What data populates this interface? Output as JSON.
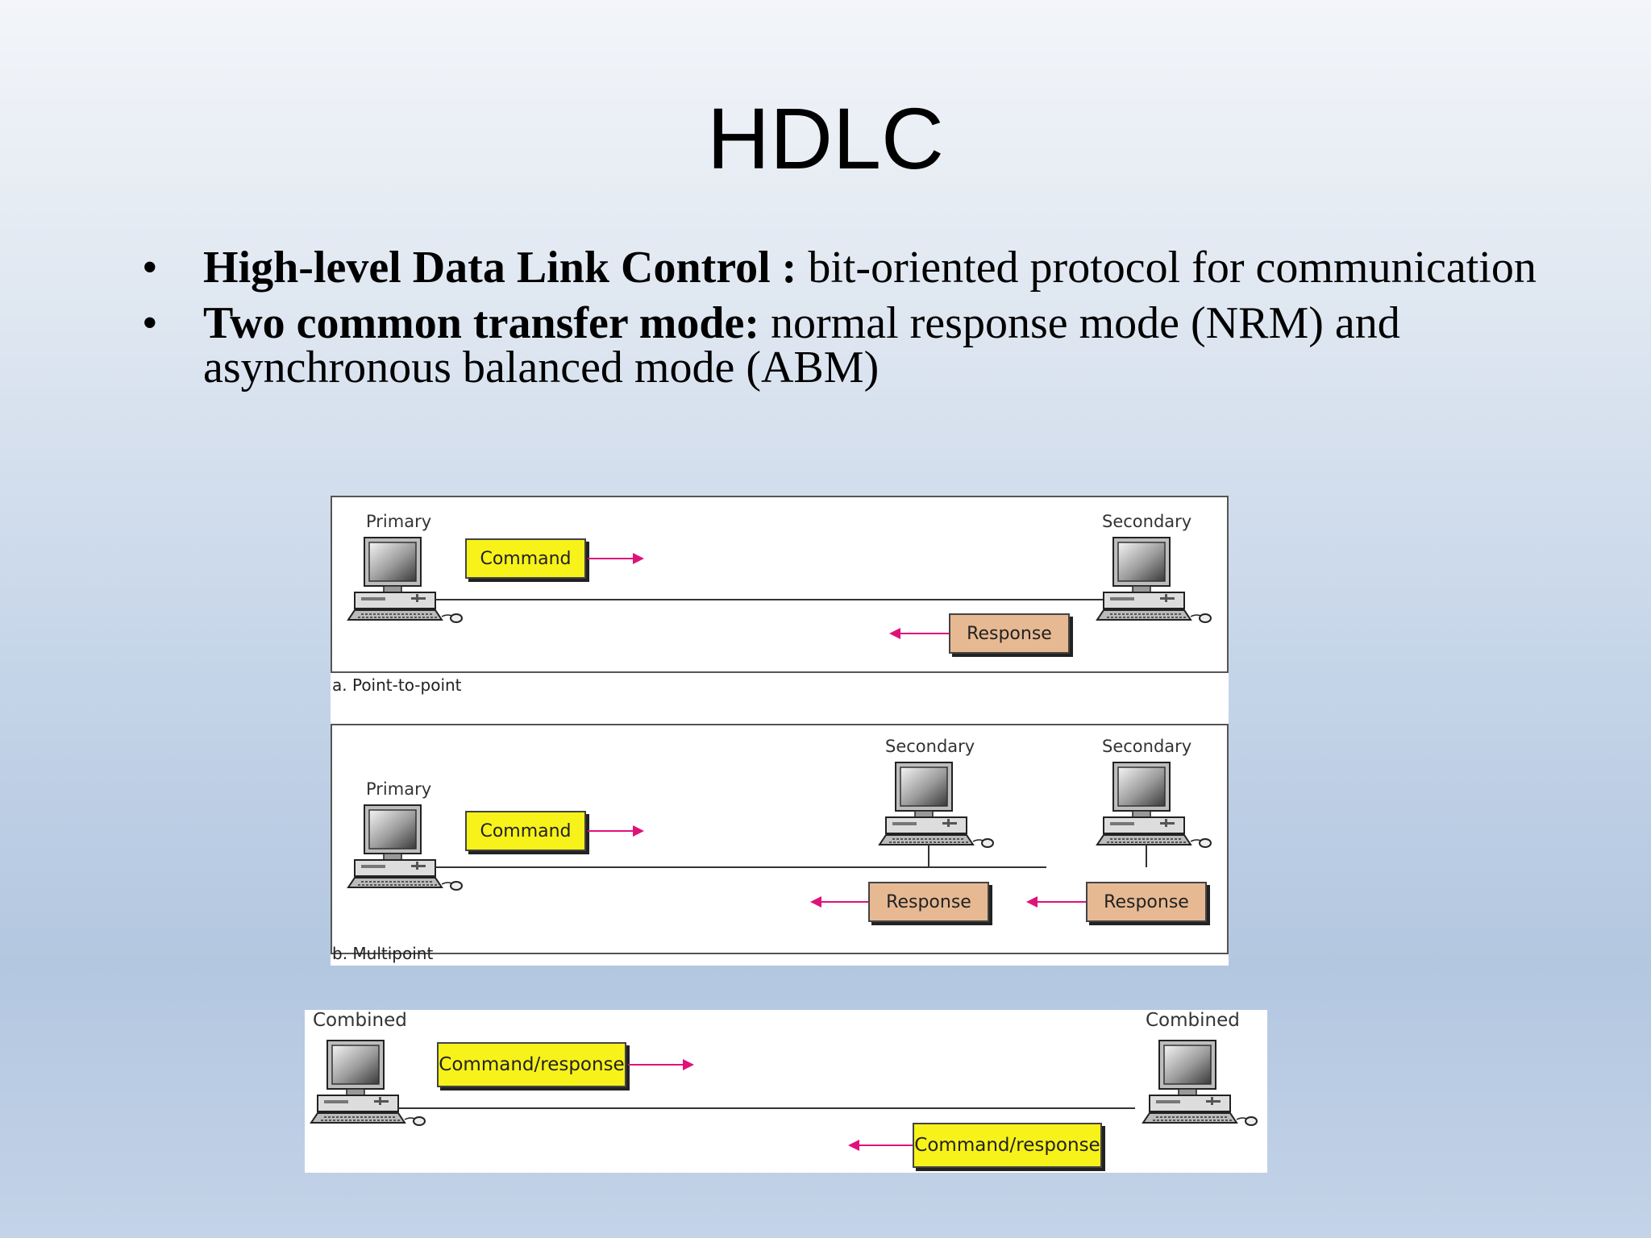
{
  "slide": {
    "title": "HDLC",
    "bullets": [
      {
        "bold": "High-level Data Link Control :",
        "text": " bit-oriented protocol for communication"
      },
      {
        "bold": "Two common transfer mode:",
        "text": " normal response mode (NRM) and asynchronous balanced mode (ABM)"
      }
    ]
  },
  "diagram_a": {
    "primary_label": "Primary",
    "secondary_label": "Secondary",
    "command_label": "Command",
    "response_label": "Response",
    "caption": "a. Point-to-point"
  },
  "diagram_b": {
    "primary_label": "Primary",
    "secondary_1_label": "Secondary",
    "secondary_2_label": "Secondary",
    "command_label": "Command",
    "response_1_label": "Response",
    "response_2_label": "Response",
    "caption": "b. Multipoint"
  },
  "diagram_c": {
    "left_label": "Combined",
    "right_label": "Combined",
    "frame_1_label": "Command/response",
    "frame_2_label": "Command/response"
  },
  "colors": {
    "command_frame": "#f7f21a",
    "response_frame": "#e6b993",
    "arrow": "#e0127a"
  }
}
